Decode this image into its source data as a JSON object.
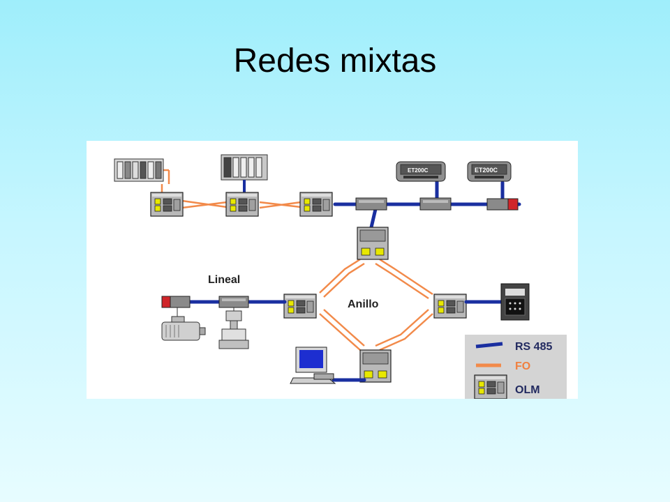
{
  "slide": {
    "title": "Redes mixtas"
  },
  "diagram": {
    "labels": {
      "linear": "Lineal",
      "ring": "Anillo"
    },
    "devices": {
      "et200_a": "ET200C",
      "et200_b": "ET200C"
    },
    "legend": {
      "rs485": "RS 485",
      "fo": "FO",
      "olm": "OLM"
    },
    "colors": {
      "rs485": "#1a2fa0",
      "fiber": "#f28a4a",
      "olm_body": "#b9b9b9",
      "olm_port": "#e8e800"
    }
  }
}
